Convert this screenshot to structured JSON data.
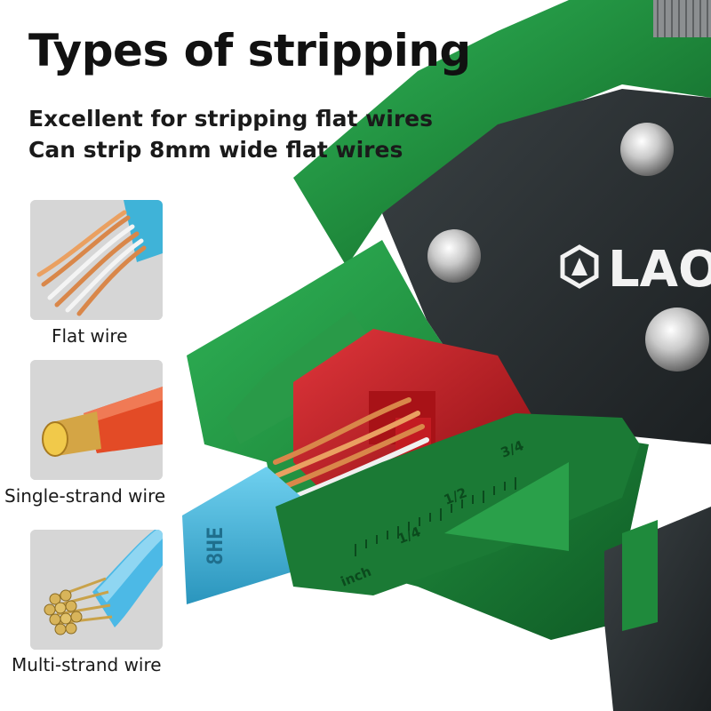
{
  "heading": {
    "title": "Types of stripping",
    "line1": "Excellent for stripping flat wires",
    "line2": "Can strip 8mm wide flat wires"
  },
  "wire_types": [
    {
      "label": "Flat wire",
      "icon": "flat-wire-icon"
    },
    {
      "label": "Single-strand wire",
      "icon": "single-strand-wire-icon"
    },
    {
      "label": "Multi-strand wire",
      "icon": "multi-strand-wire-icon"
    }
  ],
  "tool": {
    "brand": "LAOA",
    "scale_unit": "inch",
    "scale_marks": [
      "1/4",
      "1/2",
      "3/4"
    ],
    "cable_print": "8HE"
  },
  "colors": {
    "tool_green": "#1f8a3c",
    "tool_dark": "#2a2f31",
    "jaw_red": "#c8161d",
    "cable_blue": "#3fb3d8",
    "copper": "#d9874a"
  }
}
